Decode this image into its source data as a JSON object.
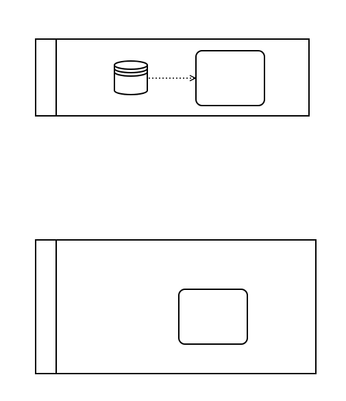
{
  "diagram": {
    "type": "bpmn",
    "pools": [
      {
        "name": "",
        "elements": [
          {
            "kind": "data-store",
            "label": ""
          },
          {
            "kind": "task",
            "label": ""
          }
        ],
        "connections": [
          {
            "kind": "data-association",
            "from": "data-store",
            "to": "task",
            "style": "dotted"
          }
        ]
      },
      {
        "name": "",
        "elements": [
          {
            "kind": "task",
            "label": ""
          }
        ],
        "connections": []
      }
    ]
  }
}
